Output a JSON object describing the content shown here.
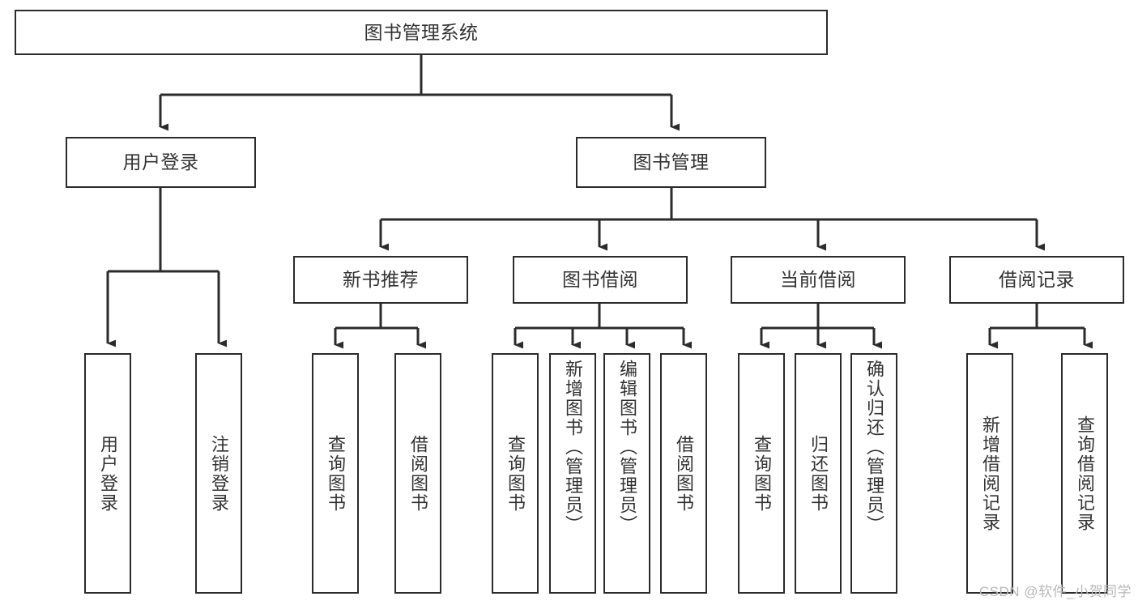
{
  "diagram": {
    "type": "tree",
    "title": "图书管理系统",
    "watermark": "CSDN @软件_小贺同学",
    "colors": {
      "box_border": "#2b2b2b",
      "box_fill": "#ffffff",
      "line": "#2b2b2b",
      "text": "#333333",
      "watermark": "#b8b8b8"
    },
    "root": {
      "label": "图书管理系统"
    },
    "level2": [
      {
        "label": "用户登录"
      },
      {
        "label": "图书管理"
      }
    ],
    "level3": [
      {
        "label": "新书推荐"
      },
      {
        "label": "图书借阅"
      },
      {
        "label": "当前借阅"
      },
      {
        "label": "借阅记录"
      }
    ],
    "leaves": {
      "user_login": [
        {
          "label": "用户登录"
        },
        {
          "label": "注销登录"
        }
      ],
      "new_book_recommend": [
        {
          "label": "查询图书"
        },
        {
          "label": "借阅图书"
        }
      ],
      "book_borrow": [
        {
          "label": "查询图书"
        },
        {
          "label": "新增图书（管理员）"
        },
        {
          "label": "编辑图书（管理员）"
        },
        {
          "label": "借阅图书"
        }
      ],
      "current_borrow": [
        {
          "label": "查询图书"
        },
        {
          "label": "归还图书"
        },
        {
          "label": "确认归还（管理员）"
        }
      ],
      "borrow_record": [
        {
          "label": "新增借阅记录"
        },
        {
          "label": "查询借阅记录"
        }
      ]
    }
  }
}
